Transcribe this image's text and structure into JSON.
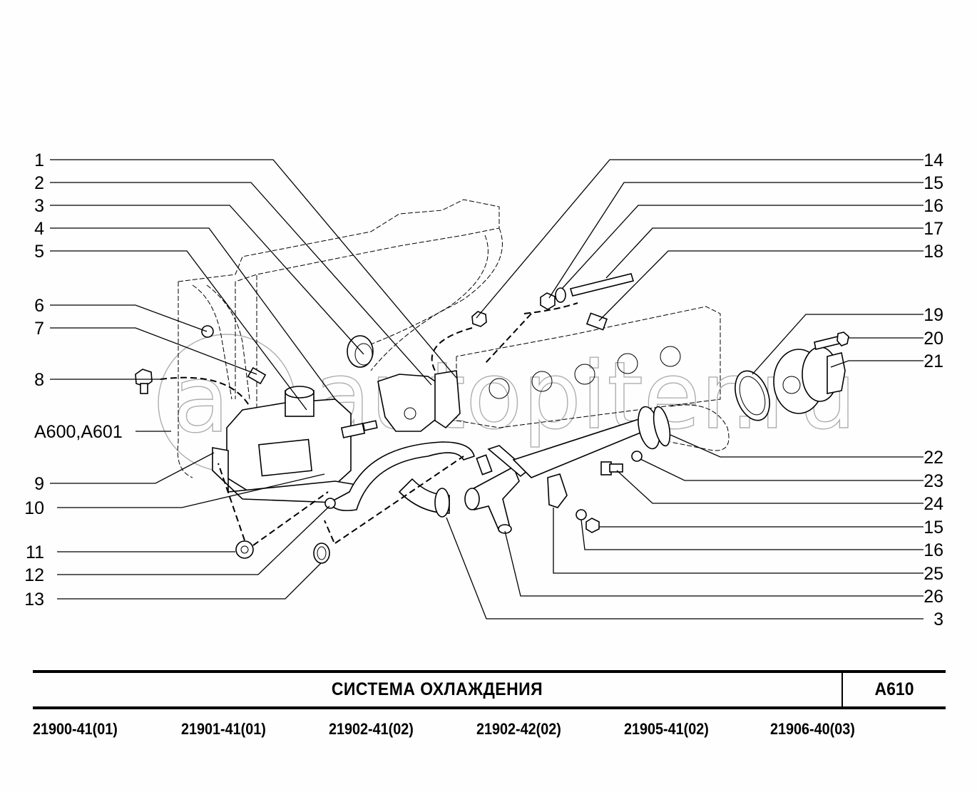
{
  "diagram": {
    "type": "exploded-parts-assembly",
    "watermark": "autopiter.ru",
    "left_callouts": [
      {
        "label": "1"
      },
      {
        "label": "2"
      },
      {
        "label": "3"
      },
      {
        "label": "4"
      },
      {
        "label": "5"
      },
      {
        "label": "6"
      },
      {
        "label": "7"
      },
      {
        "label": "8"
      },
      {
        "label": "A600,A601"
      },
      {
        "label": "9"
      },
      {
        "label": "10"
      },
      {
        "label": "11"
      },
      {
        "label": "12"
      },
      {
        "label": "13"
      }
    ],
    "right_callouts": [
      {
        "label": "14"
      },
      {
        "label": "15"
      },
      {
        "label": "16"
      },
      {
        "label": "17"
      },
      {
        "label": "18"
      },
      {
        "label": "19"
      },
      {
        "label": "20"
      },
      {
        "label": "21"
      },
      {
        "label": "22"
      },
      {
        "label": "23"
      },
      {
        "label": "24"
      },
      {
        "label": "15"
      },
      {
        "label": "16"
      },
      {
        "label": "25"
      },
      {
        "label": "26"
      },
      {
        "label": "3"
      }
    ]
  },
  "title_block": {
    "title": "СИСТЕМА  ОХЛАЖДЕНИЯ",
    "code": "A610"
  },
  "models": [
    "21900-41(01)",
    "21901-41(01)",
    "21902-41(02)",
    "21902-42(02)",
    "21905-41(02)",
    "21906-40(03)"
  ]
}
